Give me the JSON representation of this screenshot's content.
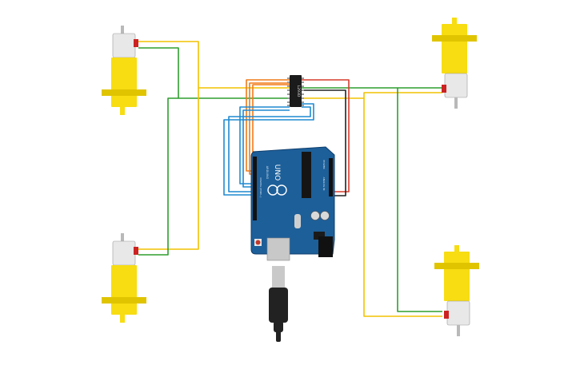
{
  "canvas": {
    "background": "#ffffff"
  },
  "colors": {
    "wire_yellow": "#f2c200",
    "wire_green": "#2e9e2e",
    "wire_orange": "#f07b1a",
    "wire_red": "#d63b2c",
    "wire_black": "#222222",
    "wire_blue": "#1f8ad1",
    "board_blue": "#1d5f99",
    "board_edge": "#0f3f6e",
    "motor_yellow": "#f7dd12",
    "motor_shadow": "#e0c400",
    "ic_black": "#1b1b1b",
    "usb_gray": "#c9c9c9",
    "cable_black": "#222222"
  },
  "motors": [
    {
      "name": "motor-top-left",
      "orientation": "up"
    },
    {
      "name": "motor-bottom-left",
      "orientation": "up"
    },
    {
      "name": "motor-top-right",
      "orientation": "down"
    },
    {
      "name": "motor-bottom-right",
      "orientation": "down"
    }
  ],
  "driver_ic": {
    "label": "L293D"
  },
  "arduino": {
    "brand": "UNO",
    "sub_label": "ARDUINO",
    "header_top": "DIGITAL (PWM~)",
    "header_bottom": "ANALOG IN",
    "power_header": "POWER"
  }
}
